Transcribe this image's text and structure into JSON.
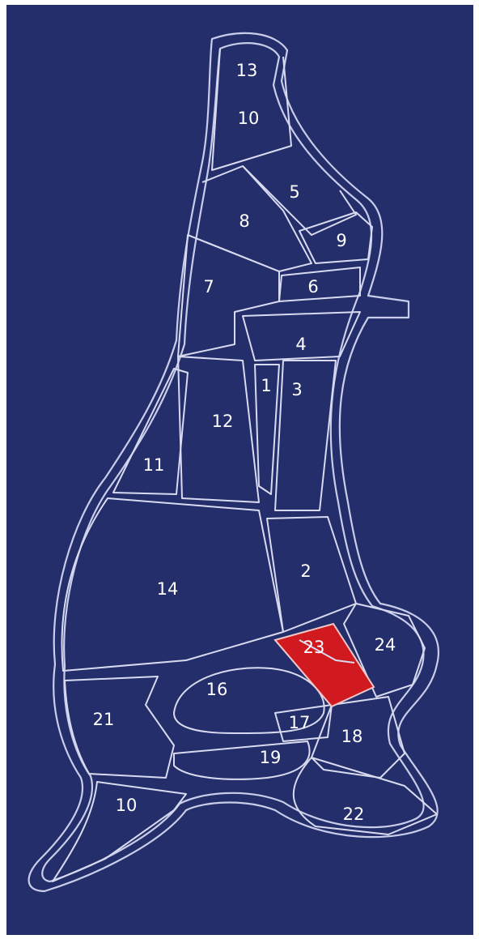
{
  "colors": {
    "background": "#242e6b",
    "outline": "#d8dbf0",
    "highlight": "#d01a1f",
    "label": "#ffffff"
  },
  "highlighted_region": "23",
  "labels": {
    "r13": "13",
    "r10top": "10",
    "r5": "5",
    "r8": "8",
    "r9": "9",
    "r7": "7",
    "r6": "6",
    "r4": "4",
    "r1": "1",
    "r3": "3",
    "r12": "12",
    "r11": "11",
    "r14": "14",
    "r2": "2",
    "r23": "23",
    "r24": "24",
    "r16": "16",
    "r21": "21",
    "r17": "17",
    "r18": "18",
    "r19": "19",
    "r10bottom": "10",
    "r22": "22"
  }
}
